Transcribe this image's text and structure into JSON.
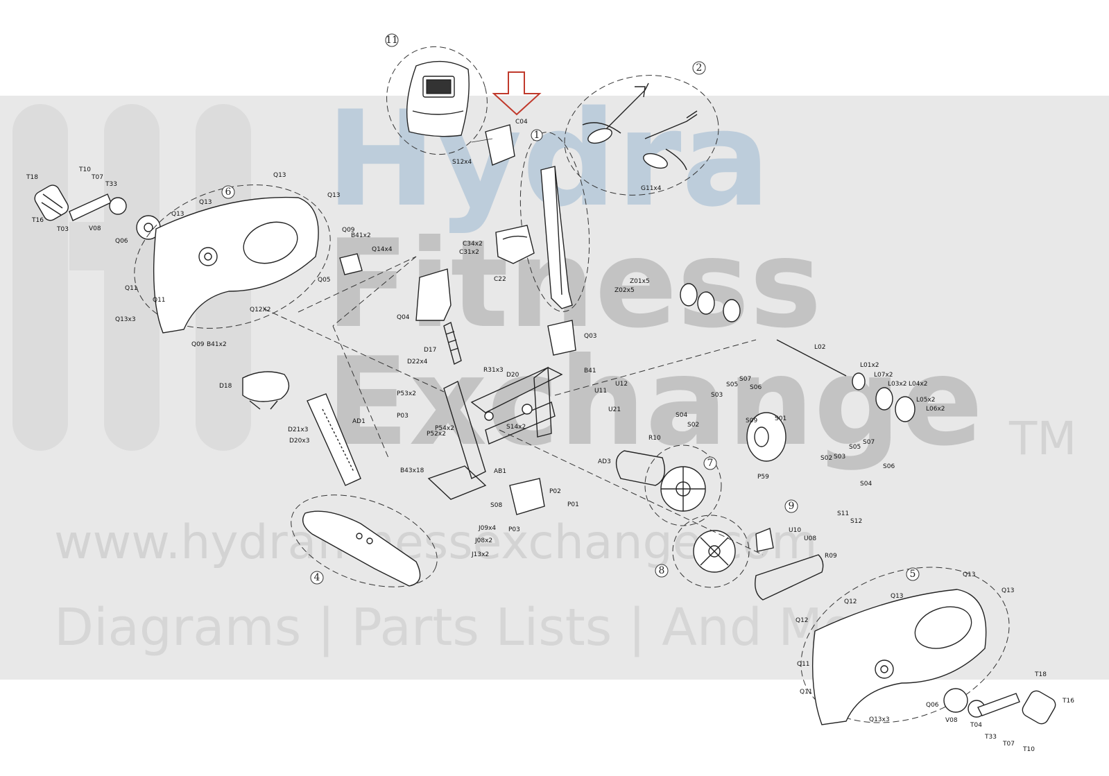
{
  "watermark": {
    "brand_line1": "Hydra",
    "brand_line2": "Fitness",
    "brand_line3": "Exchange",
    "trademark": "TM",
    "url": "www.hydrafitnessexchange.com",
    "tagline": "Diagrams | Parts Lists | And More",
    "brand_color": "#b9c9d6"
  },
  "highlight_color": "#c0392b",
  "assembly_numbers": [
    {
      "id": "11",
      "label": "⑪"
    },
    {
      "id": "2",
      "label": "②"
    },
    {
      "id": "1",
      "label": "①"
    },
    {
      "id": "6",
      "label": "⑥"
    },
    {
      "id": "7",
      "label": "⑦"
    },
    {
      "id": "9",
      "label": "⑨"
    },
    {
      "id": "4",
      "label": "④"
    },
    {
      "id": "8",
      "label": "⑧"
    },
    {
      "id": "5",
      "label": "⑤"
    }
  ],
  "part_labels": [
    "C04",
    "S12x4",
    "G11x4",
    "Z01x5",
    "Z02x5",
    "C34x2",
    "C31x2",
    "C22",
    "T18",
    "T10",
    "T07",
    "T33",
    "T16",
    "T03",
    "V08",
    "Q06",
    "Q13",
    "Q13",
    "Q13",
    "Q13",
    "Q09",
    "B41x2",
    "Q14x4",
    "Q05",
    "Q11",
    "Q11",
    "Q13x3",
    "Q12X2",
    "Q09",
    "B41x2",
    "Q04",
    "Q03",
    "D17",
    "D22x4",
    "R31x3",
    "D20",
    "B41",
    "U11",
    "U12",
    "U21",
    "D18",
    "D21x3",
    "D20x3",
    "AD1",
    "P53x2",
    "P03",
    "P54x2",
    "P52x2",
    "S14x2",
    "B43x18",
    "AB1",
    "AD3",
    "R10",
    "S08",
    "P02",
    "P01",
    "J09x4",
    "P03",
    "J08x2",
    "J13x2",
    "L02",
    "L01x2",
    "L07x2",
    "L03x2",
    "L04x2",
    "L05x2",
    "L06x2",
    "S07",
    "S05",
    "S06",
    "S03",
    "S04",
    "S02",
    "S09",
    "S01",
    "P59",
    "S02",
    "S03",
    "S05",
    "S07",
    "S06",
    "S04",
    "S11",
    "S12",
    "U10",
    "U08",
    "R09",
    "Q13",
    "Q13",
    "Q12",
    "Q13",
    "Q12",
    "Q11",
    "Q11",
    "Q06",
    "V08",
    "T04",
    "T33",
    "T07",
    "T10",
    "T18",
    "T16",
    "Q13x3"
  ]
}
